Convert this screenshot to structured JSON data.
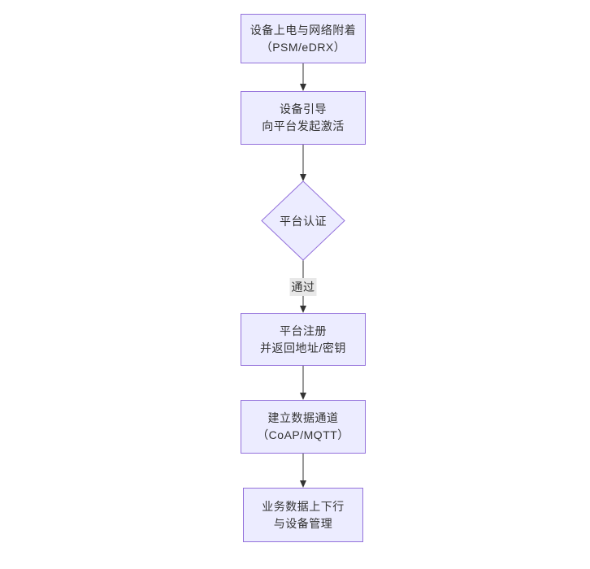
{
  "diagram": {
    "type": "flowchart",
    "direction": "top-down",
    "colors": {
      "canvas_bg": "#ffffff",
      "node_fill": "#ECECFF",
      "node_border": "#9370DB",
      "line_color": "#333333",
      "text_color": "#333333",
      "edge_label_bg": "#e8e8e8"
    },
    "nodes": [
      {
        "type": "process",
        "lines": [
          "设备上电与网络附着",
          "（PSM/eDRX）"
        ]
      },
      {
        "type": "process",
        "lines": [
          "设备引导",
          "向平台发起激活"
        ]
      },
      {
        "type": "decision",
        "label": "平台认证"
      },
      {
        "type": "process",
        "lines": [
          "平台注册",
          "并返回地址/密钥"
        ]
      },
      {
        "type": "process",
        "lines": [
          "建立数据通道",
          "（CoAP/MQTT）"
        ]
      },
      {
        "type": "process",
        "lines": [
          "业务数据上下行",
          "与设备管理"
        ]
      }
    ],
    "edges": [
      {
        "from": 0,
        "to": 1,
        "label": ""
      },
      {
        "from": 1,
        "to": 2,
        "label": ""
      },
      {
        "from": 2,
        "to": 3,
        "label": "通过"
      },
      {
        "from": 3,
        "to": 4,
        "label": ""
      },
      {
        "from": 4,
        "to": 5,
        "label": ""
      }
    ]
  }
}
